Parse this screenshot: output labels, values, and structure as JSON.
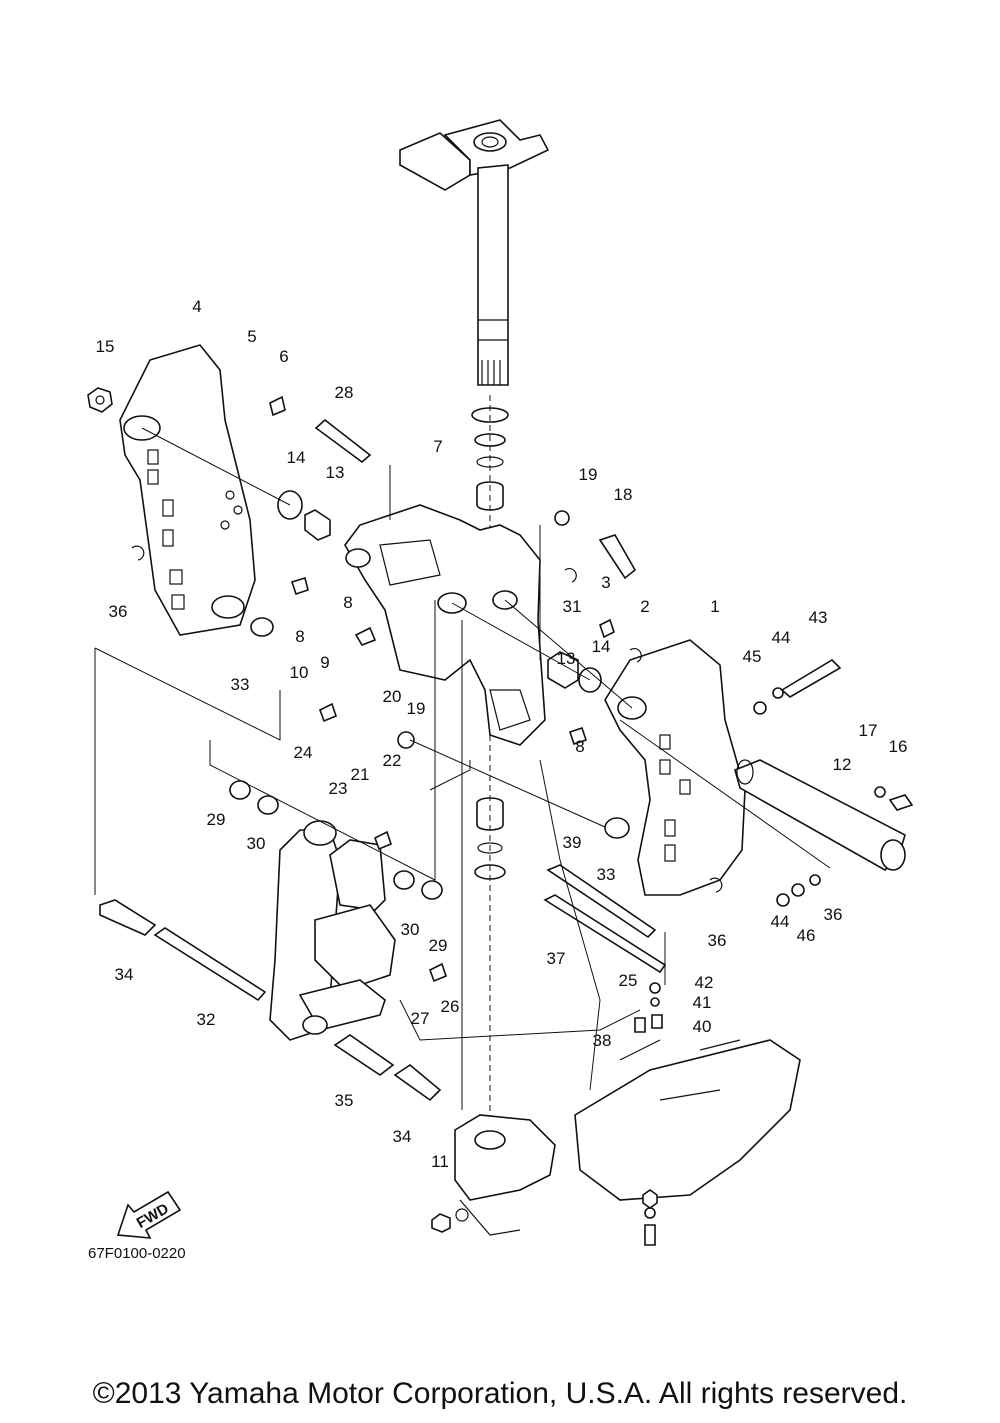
{
  "diagram": {
    "part_labels": [
      "1",
      "2",
      "3",
      "4",
      "5",
      "6",
      "7",
      "8",
      "8",
      "8",
      "9",
      "10",
      "11",
      "12",
      "13",
      "13",
      "14",
      "14",
      "15",
      "16",
      "17",
      "18",
      "19",
      "19",
      "20",
      "21",
      "22",
      "23",
      "24",
      "25",
      "26",
      "27",
      "28",
      "29",
      "29",
      "30",
      "30",
      "31",
      "32",
      "33",
      "33",
      "34",
      "34",
      "35",
      "36",
      "36",
      "36",
      "37",
      "38",
      "39",
      "40",
      "41",
      "42",
      "43",
      "44",
      "44",
      "45",
      "46"
    ],
    "fwd_arrow_label": "FWD",
    "drawing_code": "67F0100-0220"
  },
  "footer": {
    "copyright": "©2013 Yamaha Motor Corporation, U.S.A. All rights reserved."
  },
  "icons": [
    "fwd-arrow-icon"
  ]
}
